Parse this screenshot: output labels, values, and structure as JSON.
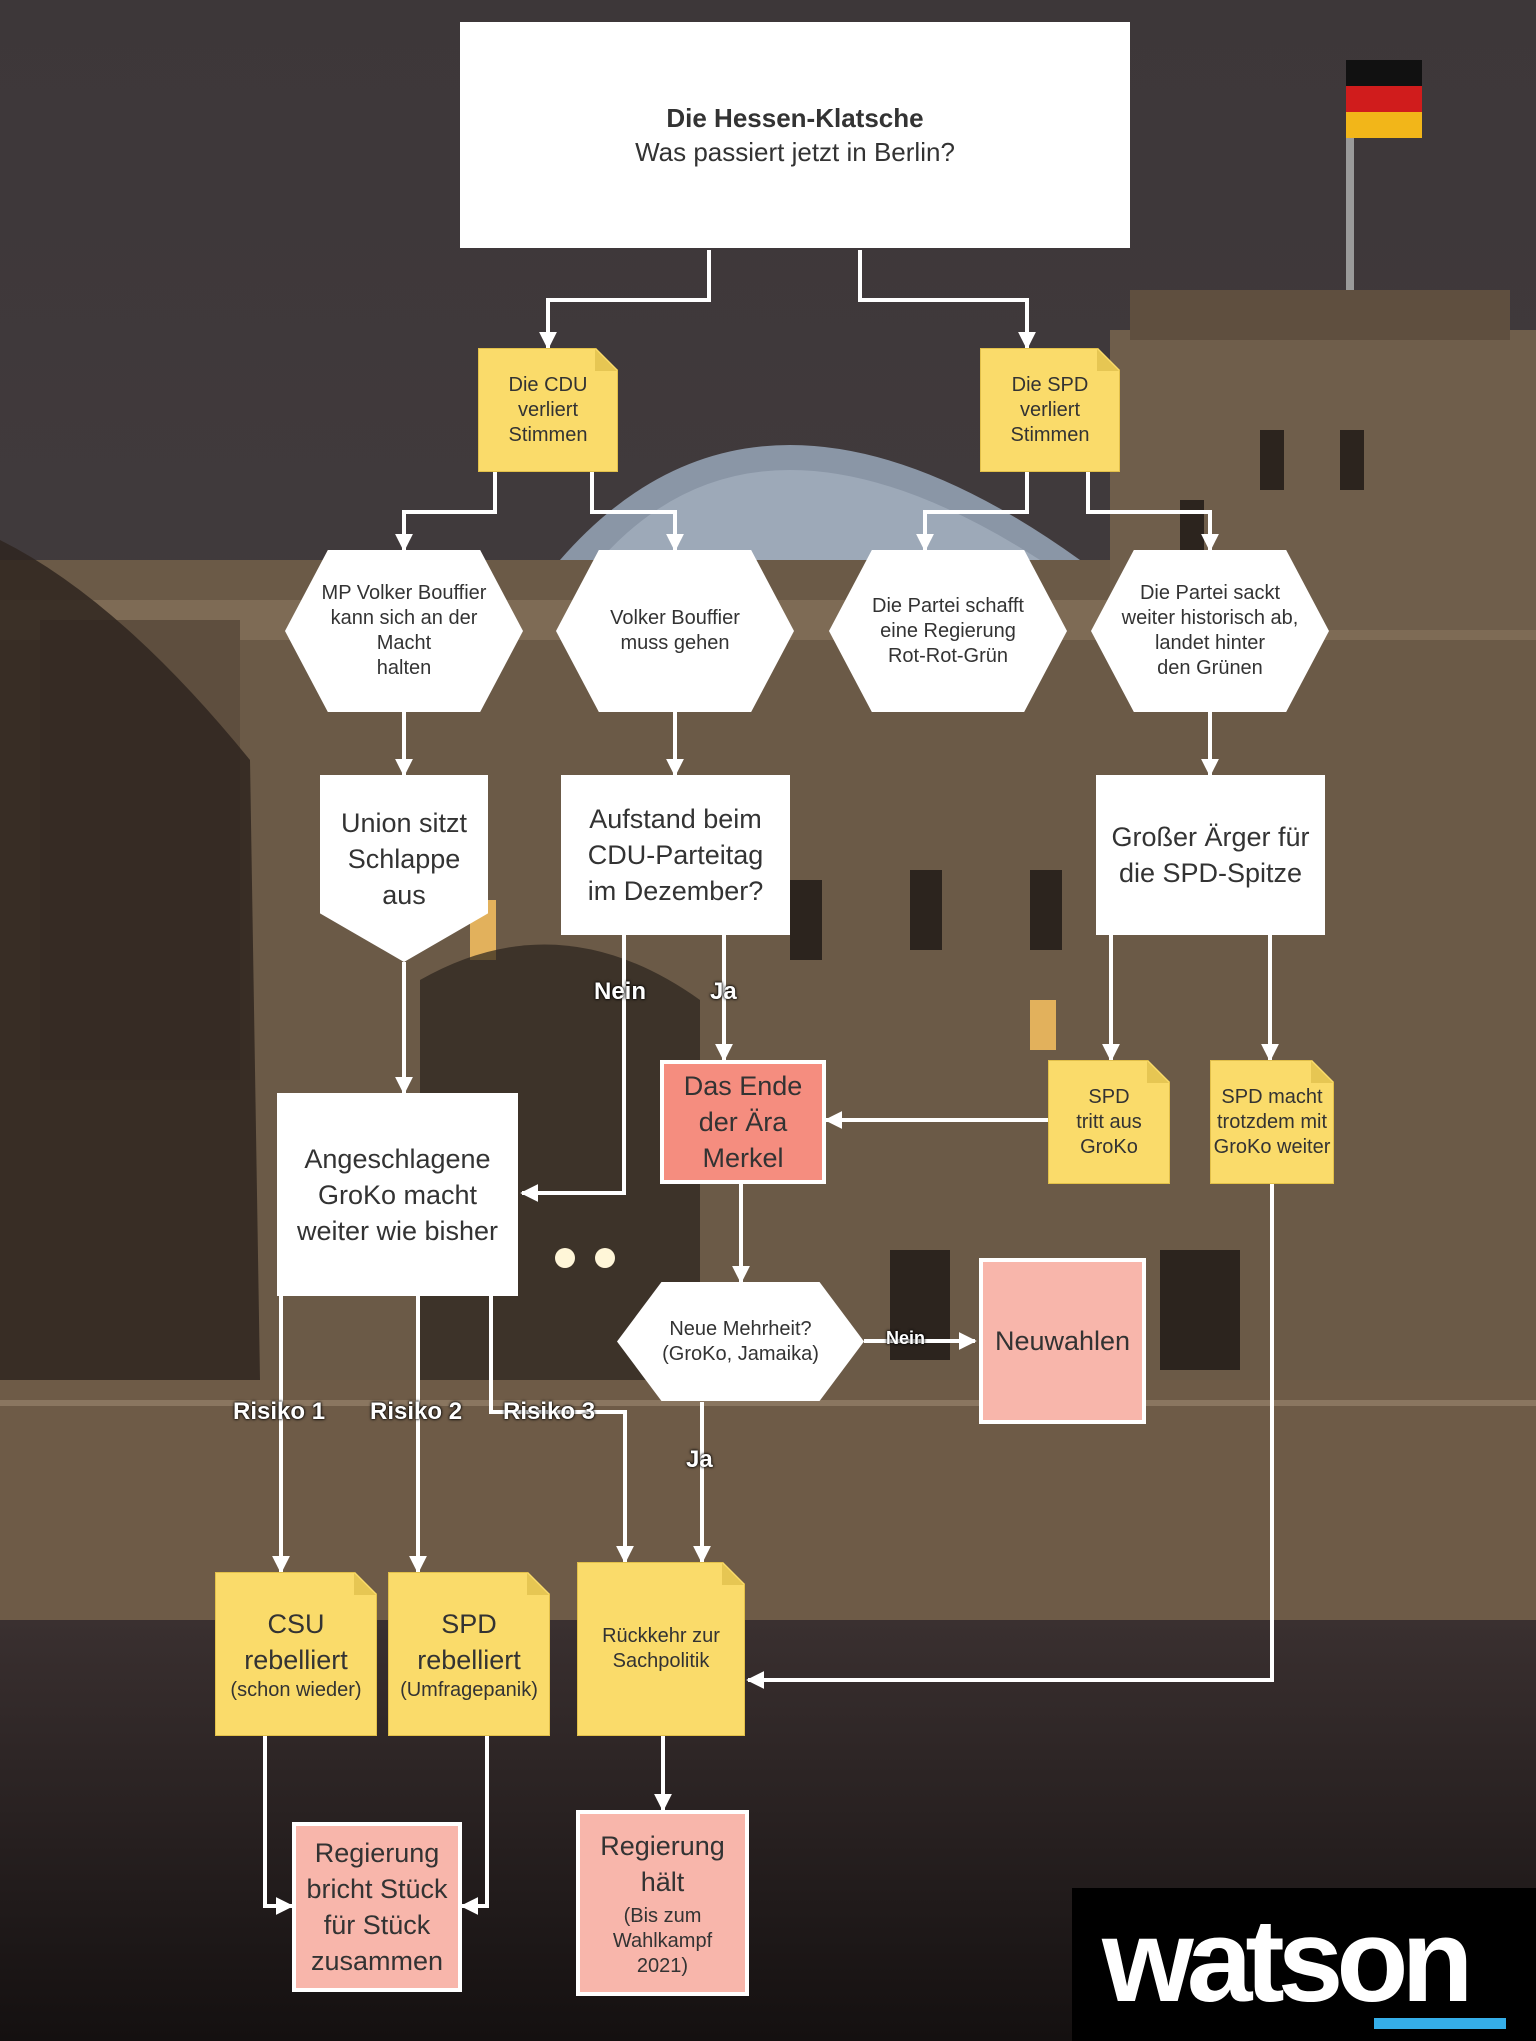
{
  "title": {
    "line1": "Die Hessen-Klatsche",
    "line2": "Was passiert jetzt in Berlin?"
  },
  "nodes": {
    "cdu_verliert": "Die CDU\nverliert\nStimmen",
    "spd_verliert": "Die SPD\nverliert\nStimmen",
    "bouffier_halten": "MP Volker Bouffier\nkann sich an der Macht\nhalten",
    "bouffier_gehen": "Volker Bouffier\nmuss gehen",
    "rot_rot_gruen": "Die Partei schafft\neine Regierung\nRot-Rot-Grün",
    "partei_sackt": "Die Partei sackt\nweiter historisch ab,\nlandet hinter\nden Grünen",
    "union_schlappe": "Union sitzt\nSchlappe\naus",
    "aufstand": "Aufstand beim\nCDU-Parteitag\nim Dezember?",
    "aerger_spd": "Großer Ärger für\ndie SPD-Spitze",
    "ende_merkel": "Das Ende\nder Ära\nMerkel",
    "spd_tritt_aus": "SPD\ntritt aus\nGroKo",
    "spd_macht_weiter": "SPD macht\ntrotzdem mit\nGroKo weiter",
    "groko_weiter": "Angeschlagene\nGroKo macht\nweiter wie bisher",
    "neue_mehrheit": "Neue Mehrheit?\n(GroKo, Jamaika)",
    "neuwahlen": "Neuwahlen",
    "csu_rebelliert": {
      "main": "CSU\nrebelliert",
      "sub": "(schon wieder)"
    },
    "spd_rebelliert": {
      "main": "SPD\nrebelliert",
      "sub": "(Umfragepanik)"
    },
    "rueckkehr": "Rückkehr zur\nSachpolitik",
    "regierung_bricht": "Regierung\nbricht Stück\nfür Stück\nzusammen",
    "regierung_haelt": {
      "main": "Regierung\nhält",
      "sub": "(Bis zum\nWahlkampf\n2021)"
    }
  },
  "edge_labels": {
    "nein_aufstand": "Nein",
    "ja_aufstand": "Ja",
    "nein_mehrheit": "Nein",
    "ja_mehrheit": "Ja",
    "risiko1": "Risiko 1",
    "risiko2": "Risiko 2",
    "risiko3": "Risiko 3"
  },
  "logo": "watson",
  "colors": {
    "note_yellow": "#fadb6a",
    "pink": "#f8b6ab",
    "salmon": "#f58d7f",
    "brand_blue": "#35aee8"
  }
}
